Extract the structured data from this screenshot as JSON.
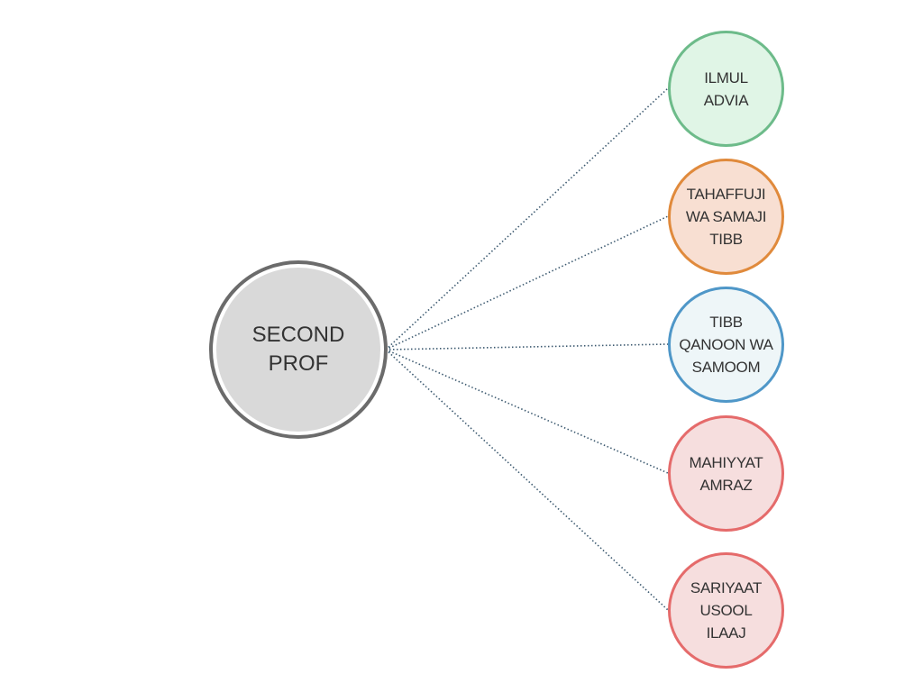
{
  "center": {
    "label": "SECOND\nPROF",
    "stroke": "#6b6b6b",
    "fill": "#d9d9d9"
  },
  "line_color": "#3d5a70",
  "nodes": [
    {
      "label": "ILMUL\nADVIA",
      "stroke": "#6dbb8a",
      "fill": "#e0f5e6"
    },
    {
      "label": "TAHAFFUJI\nWA SAMAJI\nTIBB",
      "stroke": "#e08a3c",
      "fill": "#f8dfd2"
    },
    {
      "label": "TIBB\nQANOON WA\nSAMOOM",
      "stroke": "#4f97c8",
      "fill": "#eef6f8"
    },
    {
      "label": "MAHIYYAT\nAMRAZ",
      "stroke": "#e56b6b",
      "fill": "#f6dede"
    },
    {
      "label": "SARIYAAT\nUSOOL\nILAAJ",
      "stroke": "#e56b6b",
      "fill": "#f6dede"
    }
  ]
}
